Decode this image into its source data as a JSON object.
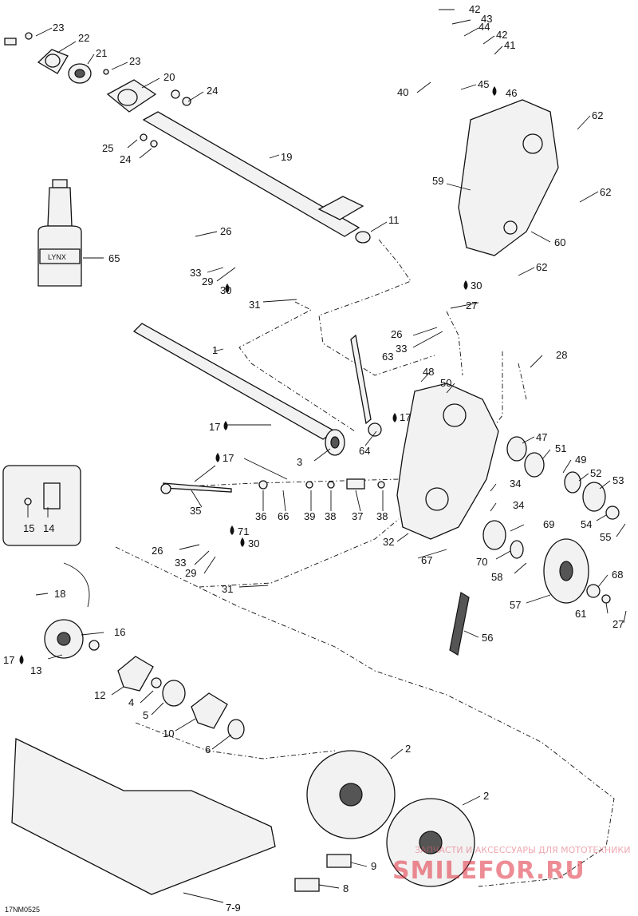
{
  "diagram_id": "17NM0525",
  "watermark": {
    "tagline": "ЗАПЧАСТИ И АКСЕССУАРЫ ДЛЯ МОТОТЕХНИКИ",
    "site": "SMILEFOR.RU"
  },
  "bottle_brand": "LYNX",
  "labels": {
    "p1": "1",
    "p2a": "2",
    "p2b": "2",
    "p3": "3",
    "p4": "4",
    "p5": "5",
    "p6": "6",
    "p7_9": "7-9",
    "p8": "8",
    "p9": "9",
    "p10": "10",
    "p11": "11",
    "p12": "12",
    "p13": "13",
    "p14": "14",
    "p15": "15",
    "p16": "16",
    "p17a": "17",
    "p17b": "17",
    "p17c": "17",
    "p17d": "17",
    "p18": "18",
    "p19": "19",
    "p20": "20",
    "p21": "21",
    "p22": "22",
    "p23a": "23",
    "p23b": "23",
    "p24a": "24",
    "p24b": "24",
    "p25": "25",
    "p26a": "26",
    "p26b": "26",
    "p26c": "26",
    "p27a": "27",
    "p27b": "27",
    "p28": "28",
    "p29a": "29",
    "p29b": "29",
    "p30a": "30",
    "p30b": "30",
    "p30c": "30",
    "p31a": "31",
    "p31b": "31",
    "p32": "32",
    "p33a": "33",
    "p33b": "33",
    "p33c": "33",
    "p34a": "34",
    "p34b": "34",
    "p35": "35",
    "p36": "36",
    "p37": "37",
    "p38a": "38",
    "p38b": "38",
    "p39": "39",
    "p40": "40",
    "p41": "41",
    "p42a": "42",
    "p42b": "42",
    "p43": "43",
    "p44": "44",
    "p45": "45",
    "p46": "46",
    "p47": "47",
    "p48": "48",
    "p49": "49",
    "p50": "50",
    "p51": "51",
    "p52": "52",
    "p53": "53",
    "p54": "54",
    "p55": "55",
    "p56": "56",
    "p57": "57",
    "p58": "58",
    "p59": "59",
    "p60": "60",
    "p61": "61",
    "p62a": "62",
    "p62b": "62",
    "p62c": "62",
    "p63": "63",
    "p64": "64",
    "p65": "65",
    "p66": "66",
    "p67": "67",
    "p68": "68",
    "p69": "69",
    "p70": "70",
    "p71": "71"
  }
}
